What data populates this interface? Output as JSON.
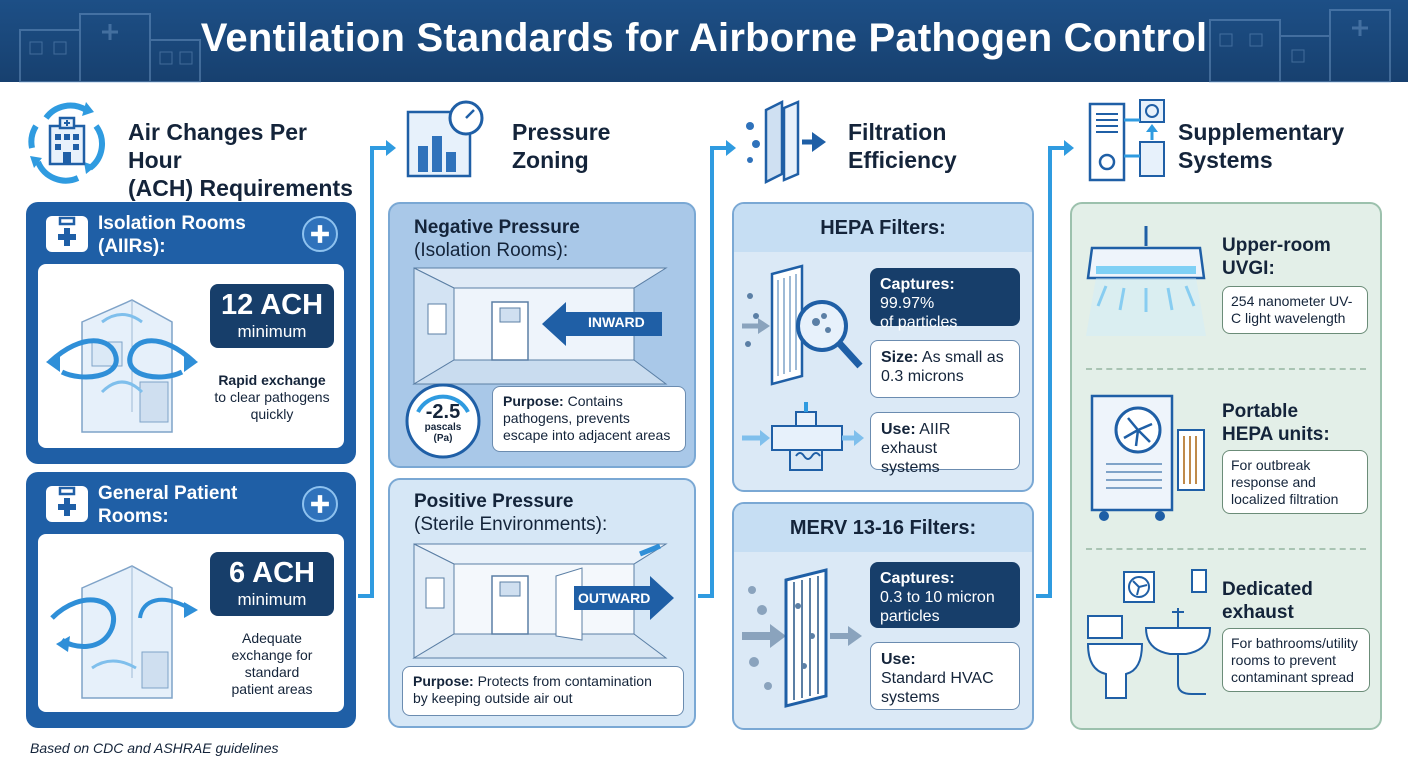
{
  "header": {
    "title": "Ventilation Standards for Airborne Pathogen Control"
  },
  "columns": {
    "ach": {
      "title_line1": "Air Changes Per Hour",
      "title_line2": "(ACH) Requirements",
      "icon": "hospital-cycle-icon",
      "isolation": {
        "title_line1": "Isolation Rooms",
        "title_line2": "(AIIRs):",
        "value": "12 ACH",
        "unit": "minimum",
        "desc_bold": "Rapid exchange",
        "desc_line2": "to clear pathogens",
        "desc_line3": "quickly"
      },
      "general": {
        "title_line1": "General Patient",
        "title_line2": "Rooms:",
        "value": "6 ACH",
        "unit": "minimum",
        "desc_line1": "Adequate",
        "desc_line2": "exchange for",
        "desc_line3": "standard",
        "desc_line4": "patient areas"
      }
    },
    "pressure": {
      "title_line1": "Pressure",
      "title_line2": "Zoning",
      "icon": "pressure-gauge-icon",
      "negative": {
        "title_bold": "Negative Pressure",
        "title_rest": "(Isolation Rooms):",
        "arrow_label": "INWARD",
        "gauge_value": "-2.5",
        "gauge_unit_line1": "pascals",
        "gauge_unit_line2": "(Pa)",
        "purpose_bold": "Purpose:",
        "purpose_line1": " Contains",
        "purpose_line2": "pathogens, prevents",
        "purpose_line3": "escape into adjacent areas"
      },
      "positive": {
        "title_bold": "Positive Pressure",
        "title_rest": "(Sterile Environments):",
        "arrow_label": "OUTWARD",
        "purpose_bold": "Purpose:",
        "purpose_line1": " Protects from contamination",
        "purpose_line2": "by keeping outside air out"
      }
    },
    "filtration": {
      "title_line1": "Filtration",
      "title_line2": "Efficiency",
      "icon": "filter-icon",
      "hepa": {
        "title": "HEPA Filters:",
        "captures_bold": "Captures:",
        "captures_value": " 99.97%",
        "captures_line2": "of particles",
        "size_bold": "Size:",
        "size_value": " As small as",
        "size_line2": "0.3 microns",
        "use_bold": "Use:",
        "use_value": " AIIR exhaust",
        "use_line2": "systems"
      },
      "merv": {
        "title": "MERV 13-16 Filters:",
        "captures_bold": "Captures:",
        "captures_line2": "0.3 to 10 micron",
        "captures_line3": "particles",
        "use_bold": "Use:",
        "use_line2": "Standard HVAC",
        "use_line3": "systems"
      }
    },
    "supplementary": {
      "title_line1": "Supplementary",
      "title_line2": "Systems",
      "icon": "hvac-unit-icon",
      "uvgi": {
        "title_line1": "Upper-room",
        "title_line2": "UVGI:",
        "desc_line1": "254 nanometer UV-",
        "desc_line2": "C light wavelength"
      },
      "portable": {
        "title_line1": "Portable",
        "title_line2": "HEPA units:",
        "desc_line1": "For outbreak",
        "desc_line2": "response and",
        "desc_line3": "localized filtration"
      },
      "exhaust": {
        "title_line1": "Dedicated",
        "title_line2": "exhaust systems:",
        "desc_line1": "For bathrooms/utility",
        "desc_line2": "rooms to prevent",
        "desc_line3": "contaminant spread"
      }
    }
  },
  "footer": {
    "note": "Based on CDC and ASHRAE guidelines"
  },
  "colors": {
    "header": "#1d4f86",
    "panel_blue": "#1f5fa6",
    "dark_box": "#173e6a",
    "accent": "#2f9be0",
    "supp_panel": "#e3efe8"
  }
}
